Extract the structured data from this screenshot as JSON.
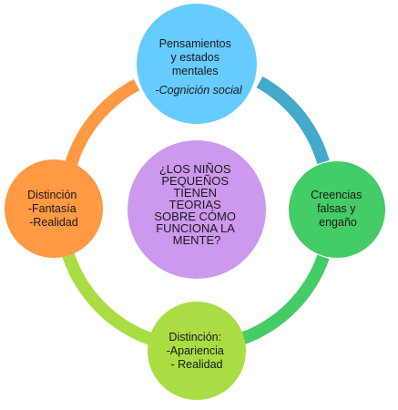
{
  "diagram": {
    "center": {
      "lines": [
        "¿LOS NIÑOS",
        "PEQUEÑOS",
        "TIENEN",
        "TEORIAS",
        "SOBRE CÓMO",
        "FUNCIONA LA",
        "MENTE?"
      ],
      "color": "#CC99EE"
    },
    "nodes": [
      {
        "id": "top",
        "lines": [
          "Pensamientos",
          "y estados",
          "mentales"
        ],
        "subtitle": "-Cognición social",
        "color": "#66CCFF"
      },
      {
        "id": "right",
        "lines": [
          "Creencias",
          "falsas y",
          "engaño"
        ],
        "color": "#44CC66"
      },
      {
        "id": "bottom",
        "lines": [
          "Distinción:",
          "-Apariencia",
          "- Realidad"
        ],
        "color": "#AADD44"
      },
      {
        "id": "left",
        "lines": [
          "Distinción",
          "-Fantasía",
          "-Realidad"
        ],
        "color": "#FF9944"
      }
    ],
    "ring_arcs": [
      {
        "from": "top",
        "to": "right",
        "color": "#44AACC"
      },
      {
        "from": "right",
        "to": "bottom",
        "color": "#44CC66"
      },
      {
        "from": "bottom",
        "to": "left",
        "color": "#AADD44"
      },
      {
        "from": "left",
        "to": "top",
        "color": "#FF9944"
      }
    ]
  }
}
